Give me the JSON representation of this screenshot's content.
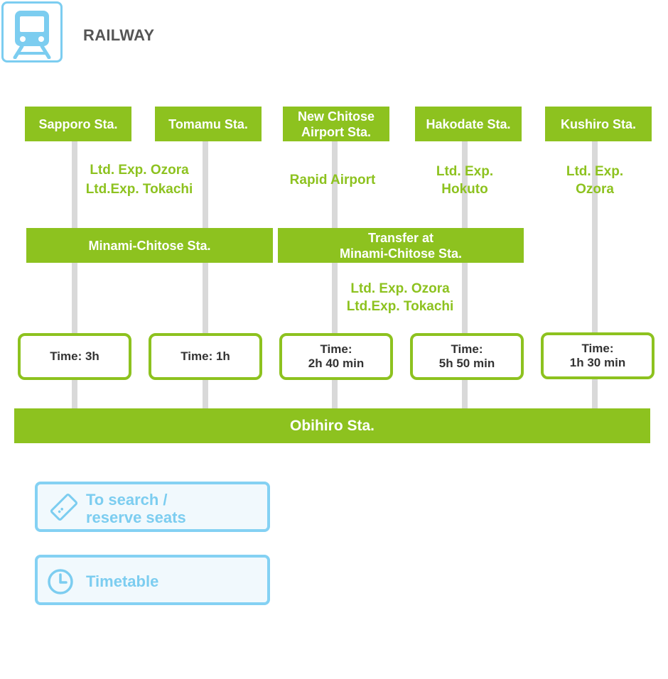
{
  "header": {
    "title": "RAILWAY",
    "icon": "train-icon"
  },
  "origins": [
    {
      "name_lines": [
        "Sapporo Sta."
      ]
    },
    {
      "name_lines": [
        "Tomamu Sta."
      ]
    },
    {
      "name_lines": [
        "New Chitose",
        "Airport Sta."
      ]
    },
    {
      "name_lines": [
        "Hakodate Sta."
      ]
    },
    {
      "name_lines": [
        "Kushiro Sta."
      ]
    }
  ],
  "routes": {
    "sapporo_tomamu": [
      "Ltd. Exp. Ozora",
      "Ltd.Exp. Tokachi"
    ],
    "new_chitose": [
      "Rapid Airport"
    ],
    "hakodate": [
      "Ltd. Exp.",
      "Hokuto"
    ],
    "kushiro": [
      "Ltd. Exp.",
      "Ozora"
    ],
    "transfer_onward": [
      "Ltd. Exp. Ozora",
      "Ltd.Exp. Tokachi"
    ]
  },
  "junctions": {
    "minami_chitose": [
      "Minami-Chitose Sta."
    ],
    "transfer": [
      "Transfer at",
      "Minami-Chitose Sta."
    ]
  },
  "times": [
    {
      "lines": [
        "Time: 3h"
      ]
    },
    {
      "lines": [
        "Time: 1h"
      ]
    },
    {
      "lines": [
        "Time:",
        "2h 40 min"
      ]
    },
    {
      "lines": [
        "Time:",
        "5h 50 min"
      ]
    },
    {
      "lines": [
        "Time:",
        "1h 30 min"
      ]
    }
  ],
  "destination": "Obihiro Sta.",
  "buttons": {
    "reserve": {
      "label_lines": [
        "To search /",
        "reserve seats"
      ],
      "icon": "ticket-icon"
    },
    "timetable": {
      "label_lines": [
        "Timetable"
      ],
      "icon": "clock-icon"
    }
  },
  "colors": {
    "accent_green": "#8dc21f",
    "line_grey": "#d9d9d9",
    "button_blue": "#84d1f3"
  }
}
